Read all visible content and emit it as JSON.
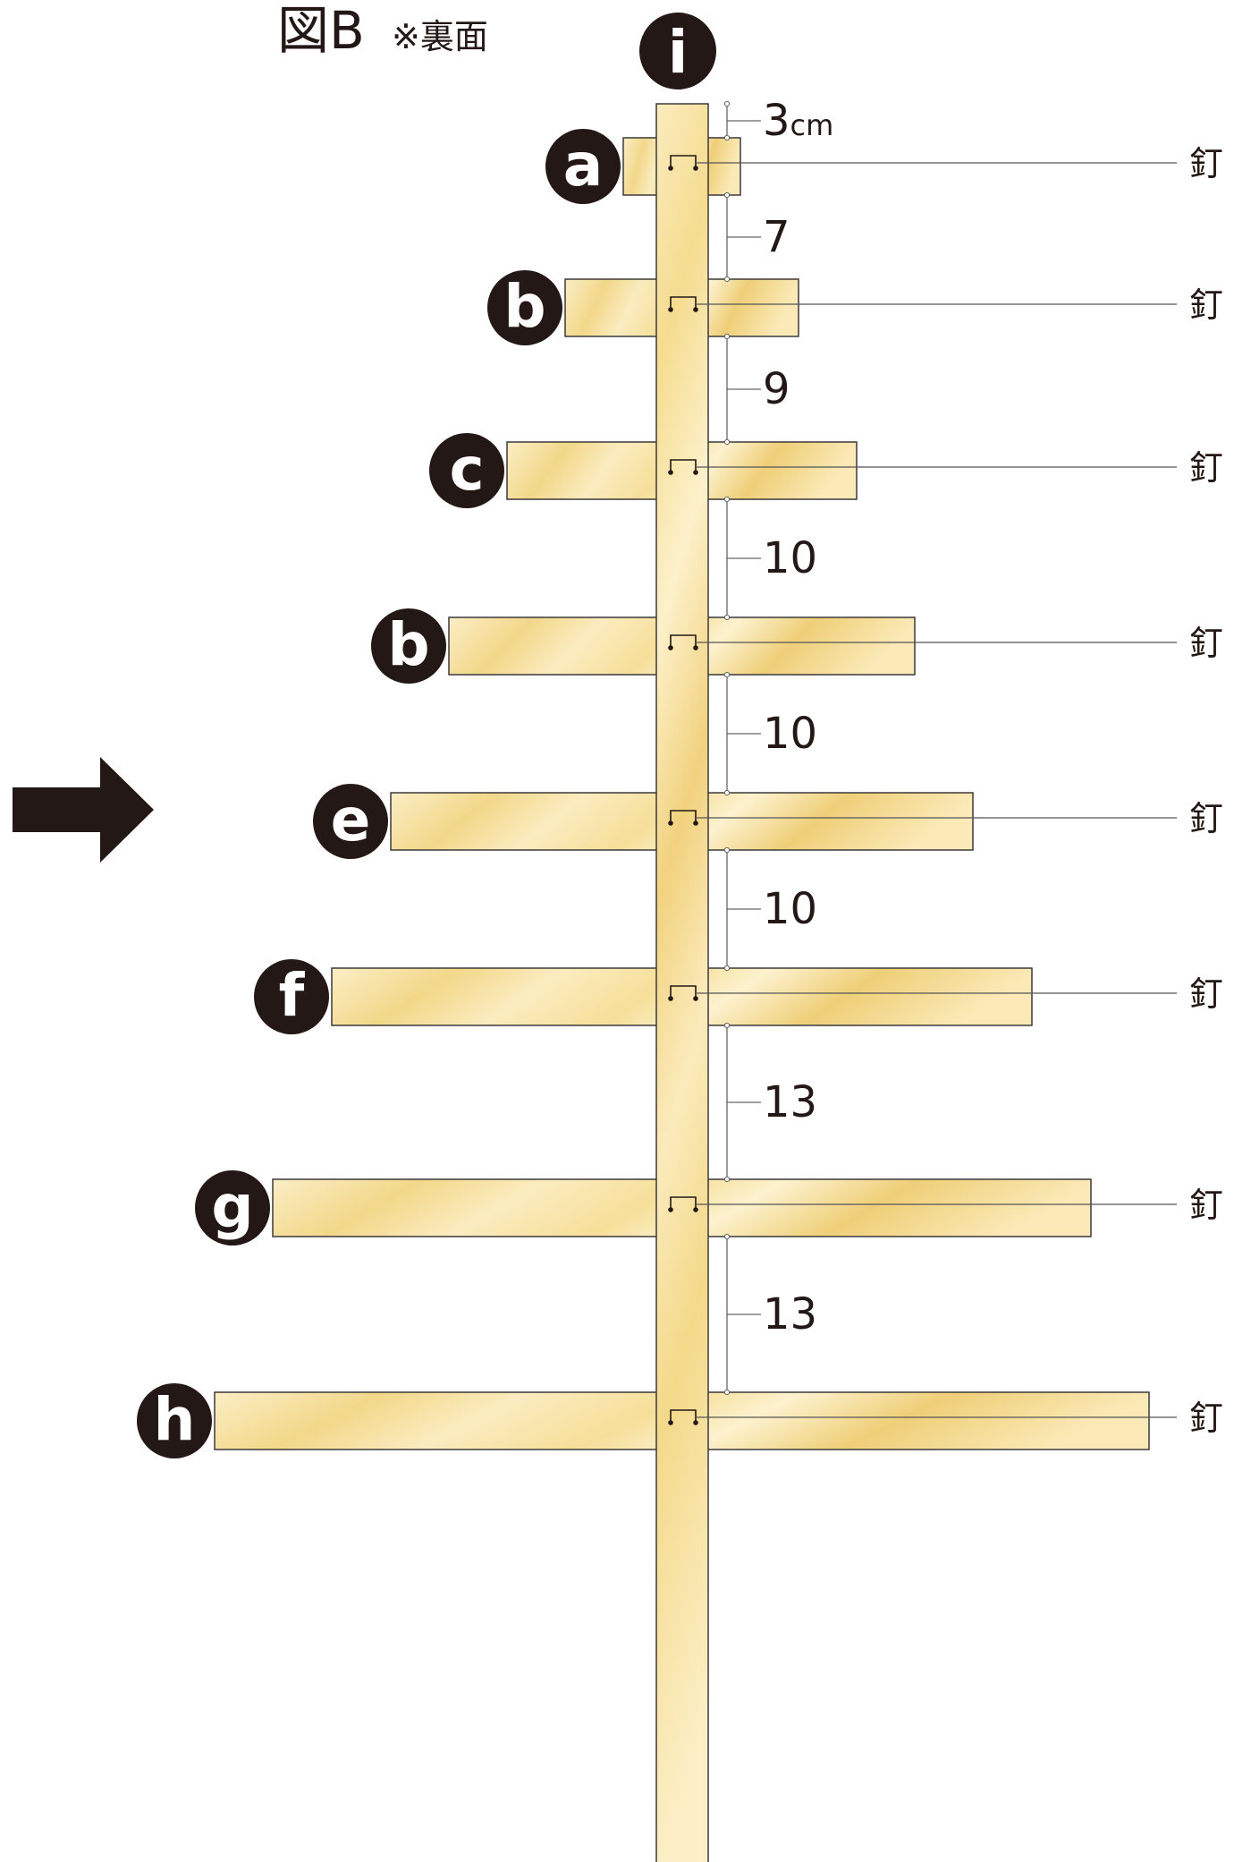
{
  "figure": {
    "title_prefix": "図B",
    "title_note": "※裏面",
    "post_label": "i",
    "nail_label": "釘",
    "colors": {
      "wood_light": "#fbeec0",
      "wood_mid": "#f5dc8e",
      "wood_dark": "#ecc86a",
      "outline": "#3a3a3a",
      "badge": "#231815",
      "dimension_line": "#666666"
    }
  },
  "boards": [
    {
      "label": "a"
    },
    {
      "label": "b"
    },
    {
      "label": "c"
    },
    {
      "label": "b"
    },
    {
      "label": "e"
    },
    {
      "label": "f"
    },
    {
      "label": "g"
    },
    {
      "label": "h"
    }
  ],
  "dimensions": [
    {
      "text": "3",
      "unit": "cm"
    },
    {
      "text": "7",
      "unit": ""
    },
    {
      "text": "9",
      "unit": ""
    },
    {
      "text": "10",
      "unit": ""
    },
    {
      "text": "10",
      "unit": ""
    },
    {
      "text": "10",
      "unit": ""
    },
    {
      "text": "13",
      "unit": ""
    },
    {
      "text": "13",
      "unit": ""
    }
  ],
  "indicator": {
    "icon": "arrow-right-icon",
    "target_board": "e"
  }
}
